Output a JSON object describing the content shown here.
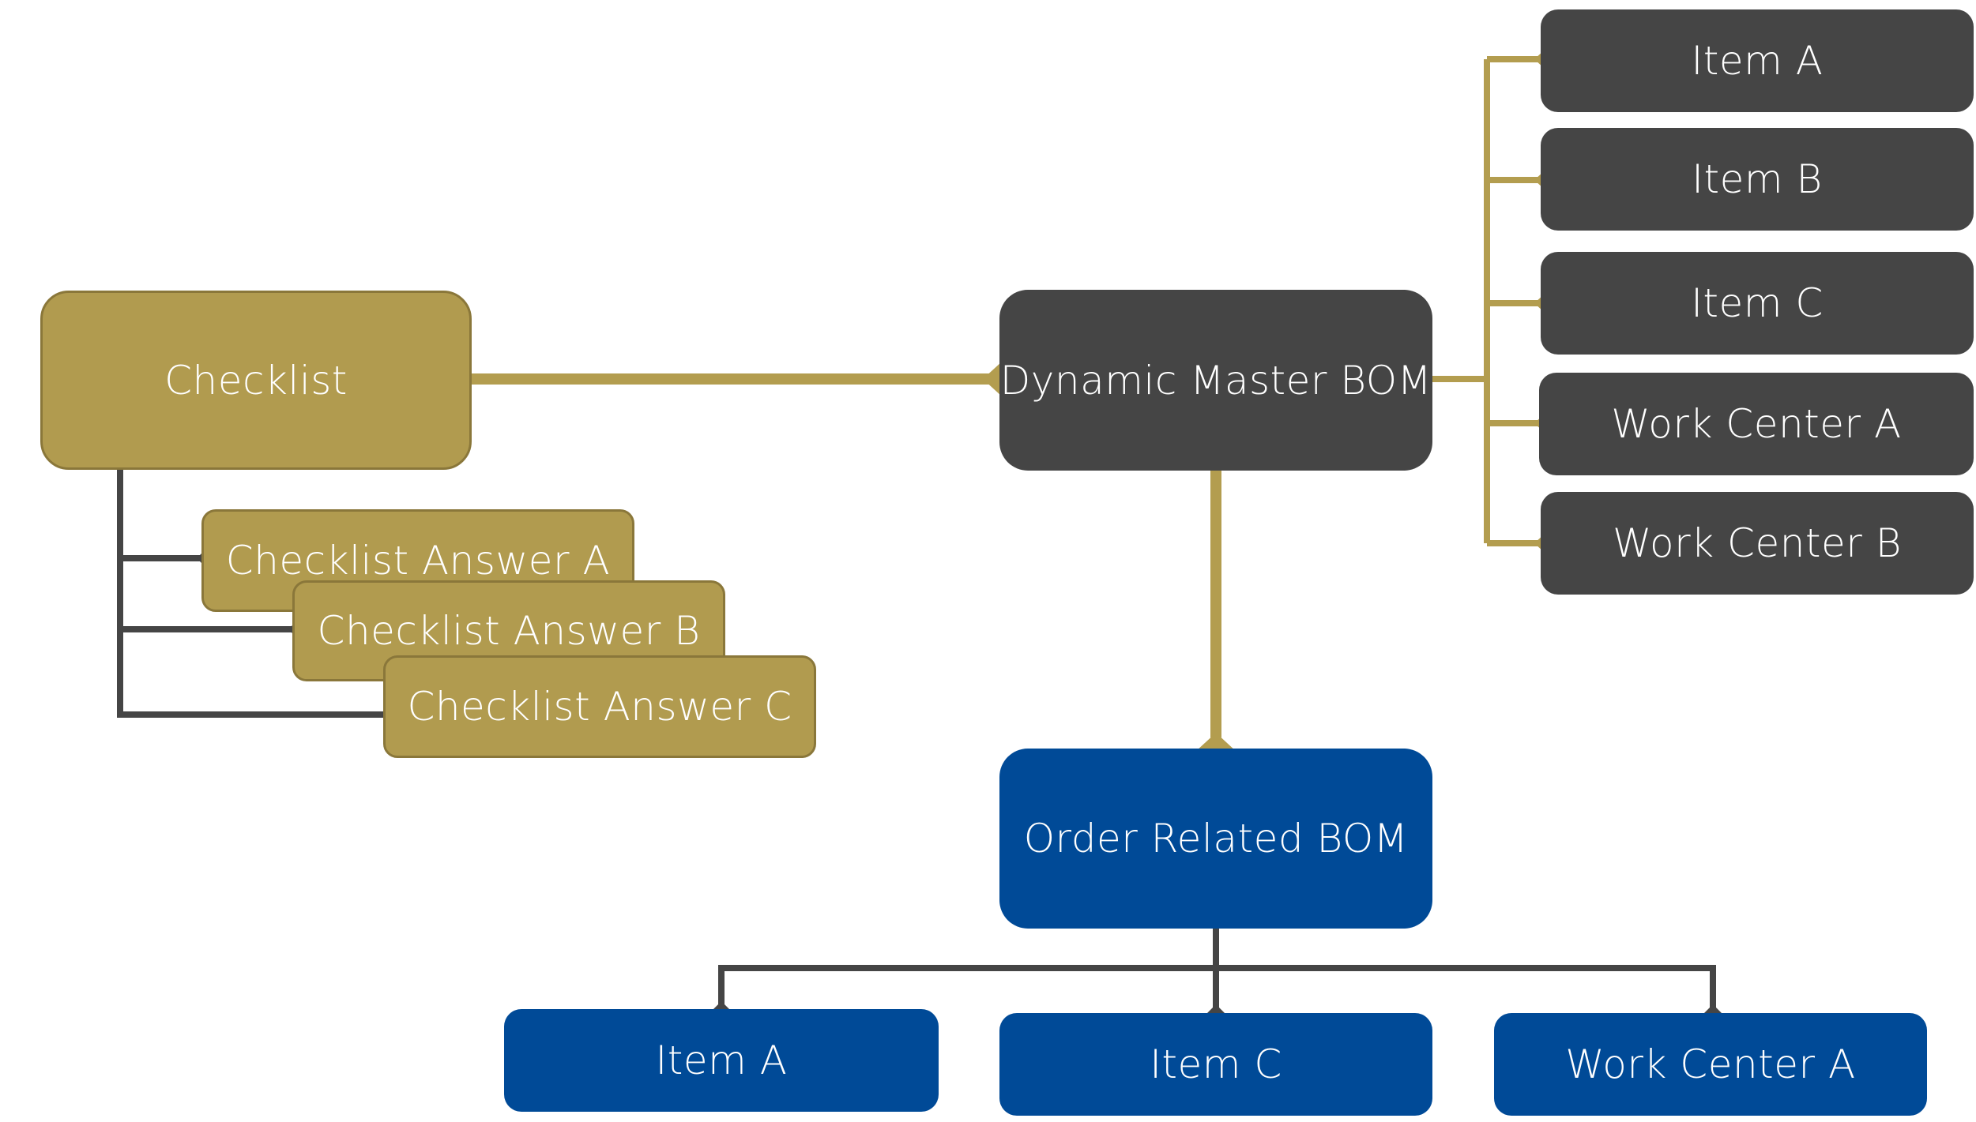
{
  "diagram": {
    "checklist": {
      "label": "Checklist"
    },
    "checklist_answers": [
      {
        "label": "Checklist Answer A"
      },
      {
        "label": "Checklist Answer B"
      },
      {
        "label": "Checklist Answer C"
      }
    ],
    "dynamic_master_bom": {
      "label": "Dynamic Master BOM"
    },
    "master_children": [
      {
        "label": "Item A"
      },
      {
        "label": "Item B"
      },
      {
        "label": "Item C"
      },
      {
        "label": "Work Center A"
      },
      {
        "label": "Work Center B"
      }
    ],
    "order_related_bom": {
      "label": "Order Related BOM"
    },
    "order_children": [
      {
        "label": "Item A"
      },
      {
        "label": "Item C"
      },
      {
        "label": "Work Center A"
      }
    ]
  },
  "colors": {
    "gold": "#b19b4f",
    "gold_line": "#b39d4f",
    "dark": "#454545",
    "dark_line": "#454545",
    "blue": "#004a97"
  }
}
